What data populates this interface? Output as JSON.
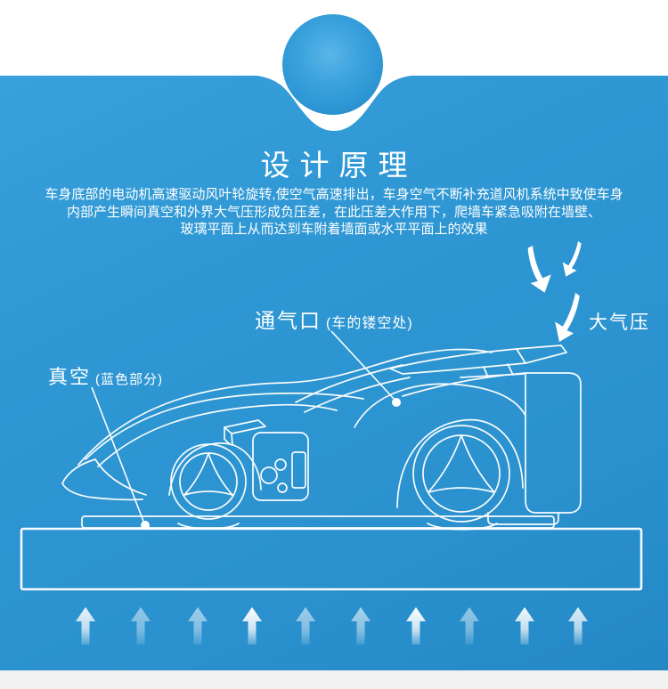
{
  "section": {
    "title": "设计原理",
    "description_lines": [
      "车身底部的电动机高速驱动风叶轮旋转,使空气高速排出，车身空气不断补充道风机系统中致使车身",
      "内部产生瞬间真空和外界大气压形成负压差，在此压差大作用下，爬墙车紧急吸附在墙壁、",
      "玻璃平面上从而达到车附着墙面或水平平面上的效果"
    ]
  },
  "annotations": {
    "vent": {
      "main": "通气口",
      "sub": "(车的镂空处)"
    },
    "vacuum": {
      "main": "真空",
      "sub": "(蓝色部分)"
    },
    "atmospheric_pressure": "大气压"
  },
  "graphics": {
    "ball": "blue-gradient-ball",
    "car": "wall-climbing-car-white-line-drawing",
    "surface": "wall-floor-surface-outline",
    "down_arrows_count": 3,
    "up_arrows_count": 10
  },
  "colors": {
    "panel_blue_light": "#38a0da",
    "panel_blue": "#2d96d3",
    "panel_blue_dark": "#2488c6",
    "line_white": "#ffffff",
    "bottom_strip": "#f2f2f3"
  }
}
